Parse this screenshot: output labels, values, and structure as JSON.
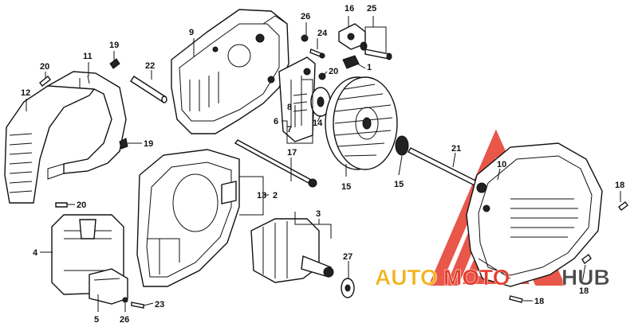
{
  "diagram": {
    "part_numbers": [
      "1",
      "2",
      "3",
      "4",
      "5",
      "6",
      "7",
      "8",
      "9",
      "10",
      "11",
      "12",
      "13",
      "14",
      "15",
      "15",
      "16",
      "17",
      "18",
      "18",
      "18",
      "19",
      "19",
      "20",
      "20",
      "20",
      "21",
      "22",
      "23",
      "24",
      "25",
      "26",
      "26",
      "27"
    ],
    "watermark": {
      "part1": "AUTO",
      "part2": "MOTO",
      "part3": "HUB",
      "colors": {
        "auto": "#f2b21b",
        "moto": "#e53a2b",
        "hub": "#4a4a4a",
        "triangle": "#e53a2b"
      }
    }
  }
}
